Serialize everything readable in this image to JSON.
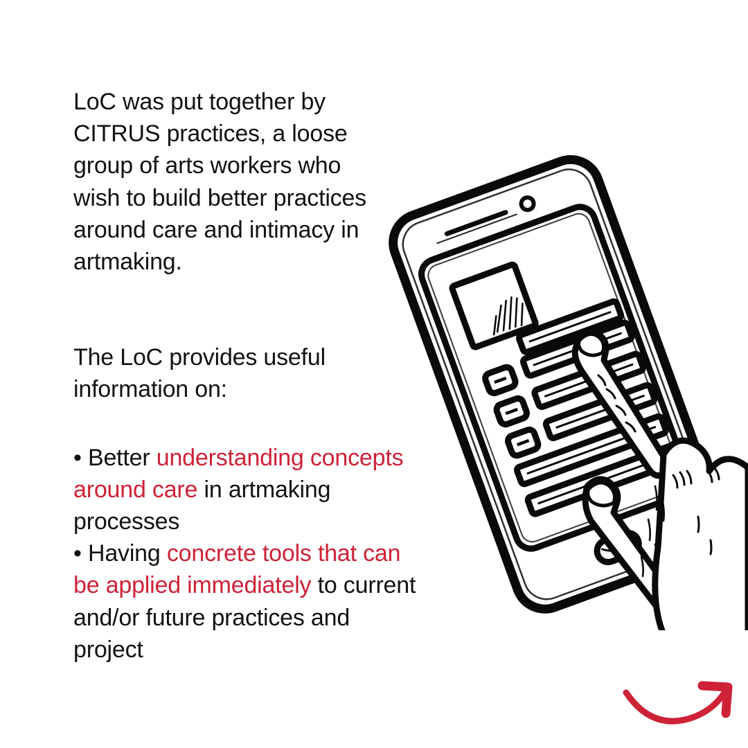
{
  "slide": {
    "background_color": "#FFFFFF",
    "text_color": "#121212",
    "accent_color": "#CE2237"
  },
  "content": {
    "intro_paragraph": "LoC was put together by CITRUS practices, a loose group of arts workers who wish to build better practices around care and intimacy in artmaking.",
    "lead_in": "The LoC provides useful information on:",
    "bullets": [
      {
        "marker": "•",
        "prefix": " Better ",
        "highlight": "understanding concepts around care",
        "suffix": " in artmaking processes"
      },
      {
        "marker": "•",
        "prefix": " Having ",
        "highlight": "concrete tools that can be applied immediately",
        "suffix": " to current and/or future practices and project"
      }
    ]
  },
  "illustration": {
    "name": "hand-tapping-smartphone-line-drawing",
    "description": "Black ink line illustration of a tilted smartphone with a form on screen being tapped by two fingers of a hand",
    "screen_elements": {
      "image_placeholder": "square frame with diagonal hatch shading",
      "checkbox_count": 3,
      "text_bar_count": 6,
      "home_button": "rounded pill",
      "camera_dot": true,
      "earpiece_speaker": true
    }
  },
  "swipe_arrow": {
    "name": "curved-arrow-up-right",
    "color": "#CE2237",
    "direction": "up-right"
  }
}
